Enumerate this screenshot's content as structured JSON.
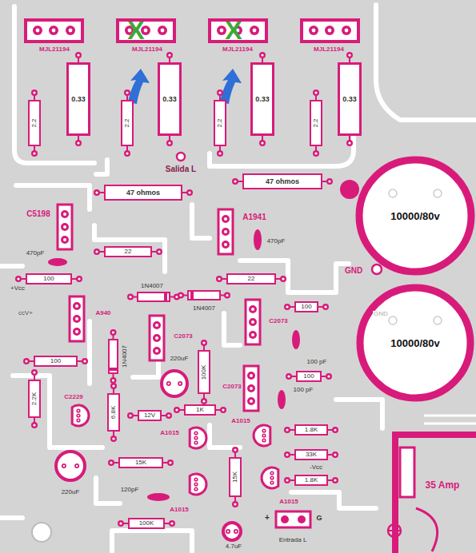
{
  "diagram": {
    "nodes": [
      {
        "text": [
          "0.33"
        ]
      },
      {
        "text": [
          "0.33"
        ]
      },
      {
        "text": [
          "0.33"
        ]
      },
      {
        "text": [
          "0.33"
        ]
      },
      {
        "text": [
          "2.2"
        ]
      },
      {
        "text": [
          "2.2"
        ]
      },
      {
        "text": [
          "2.2"
        ]
      },
      {
        "text": [
          "2.2"
        ]
      },
      {
        "text": [
          "47 ohmos"
        ]
      },
      {
        "text": [
          "47 ohmos"
        ]
      },
      {
        "text": [
          "10000/80v"
        ]
      },
      {
        "text": [
          "22"
        ]
      },
      {
        "text": [
          "100"
        ]
      },
      {
        "text": [
          "22"
        ]
      },
      {
        "text": [
          "100"
        ]
      },
      {
        "text": [
          "10000/80v"
        ]
      },
      {
        "text": [
          "100"
        ]
      },
      {
        "text": [
          "100K"
        ]
      },
      {
        "text": [
          "100"
        ]
      },
      {
        "text": [
          "2.2K"
        ]
      },
      {
        "text": [
          "6.8K"
        ]
      },
      {
        "text": [
          "1K"
        ]
      },
      {
        "text": [
          "12V"
        ]
      },
      {
        "text": [
          "1.8K"
        ]
      },
      {
        "text": [
          "33K"
        ]
      },
      {
        "text": [
          "15K"
        ]
      },
      {
        "text": [
          "15K"
        ]
      },
      {
        "text": [
          "1.8K"
        ]
      },
      {
        "text": [
          "100K"
        ]
      }
    ],
    "labels": [
      "X",
      "X",
      "MJL21194",
      "MJL21194",
      "MJL21194",
      "MJL21194",
      "Salida L",
      "C5198",
      "A1941",
      "470pF",
      "470pF",
      "GND",
      "+Vcc",
      "1N4007",
      "1N4007",
      "ccV+",
      "A940",
      "GND",
      "C2073",
      "C2073",
      "100 pF",
      "1N4007",
      "220uF",
      "C2073",
      "100 pF",
      "C2229",
      "A1015",
      "A1015",
      "-Vcc",
      "120pF",
      "220uF",
      "A1015",
      "A1015",
      "+",
      "G",
      "Entrada L",
      "4.7uF",
      "35 Amp"
    ]
  }
}
